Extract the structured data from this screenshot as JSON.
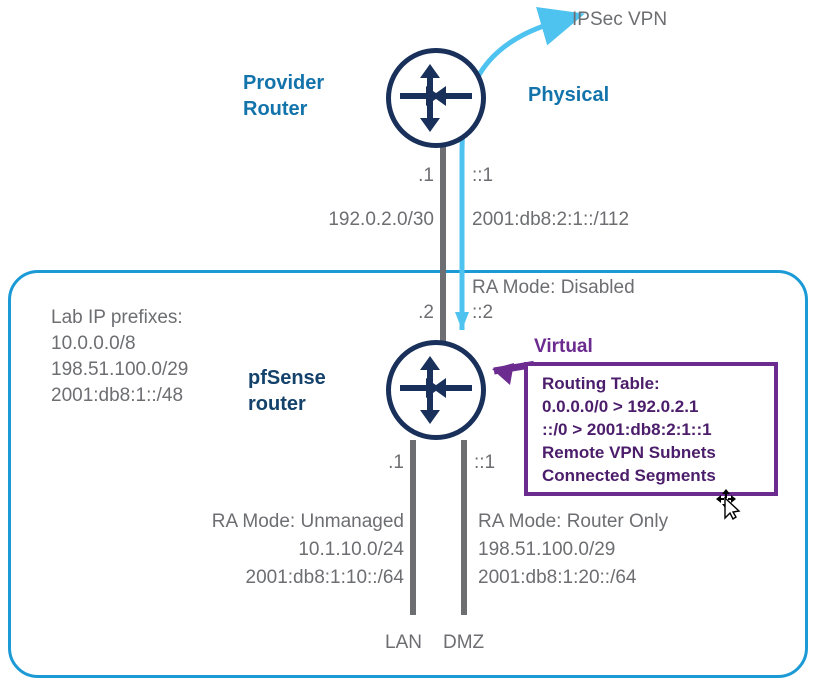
{
  "diagram": {
    "title_labels": {
      "provider_router": "Provider\nRouter",
      "physical": "Physical",
      "pfsense_router": "pfSense\nrouter",
      "virtual": "Virtual",
      "ipsec_vpn": "IPSec VPN"
    },
    "lab_prefixes": "Lab IP prefixes:\n10.0.0.0/8\n198.51.100.0/29\n2001:db8:1::/48",
    "wan_link": {
      "provider_v4_addr": ".1",
      "provider_v6_addr": "::1",
      "v4_subnet": "192.0.2.0/30",
      "v6_subnet": "2001:db8:2:1::/112",
      "ra_mode": "RA Mode: Disabled",
      "pfsense_v4_addr": ".2",
      "pfsense_v6_addr": "::2"
    },
    "lan_link": {
      "addr": ".1",
      "ra_mode": "RA Mode: Unmanaged",
      "v4_subnet": "10.1.10.0/24",
      "v6_subnet": "2001:db8:1:10::/64",
      "interface_name": "LAN"
    },
    "dmz_link": {
      "addr": "::1",
      "ra_mode": "RA Mode: Router Only",
      "v4_subnet": "198.51.100.0/29",
      "v6_subnet": "2001:db8:1:20::/64",
      "interface_name": "DMZ"
    },
    "routing_table": {
      "heading": "Routing Table:",
      "entries": [
        "0.0.0.0/0 > 192.0.2.1",
        "::/0 > 2001:db8:2:1::1",
        "Remote VPN Subnets",
        "Connected Segments"
      ]
    },
    "colors": {
      "router_navy": "#18305a",
      "boundary_blue": "#1c9ad6",
      "vpn_cyan": "#4ec3f0",
      "callout_purple": "#6c2c8f",
      "text_gray": "#6d6e71",
      "label_blue": "#1373ab",
      "label_navy": "#14426b"
    }
  }
}
